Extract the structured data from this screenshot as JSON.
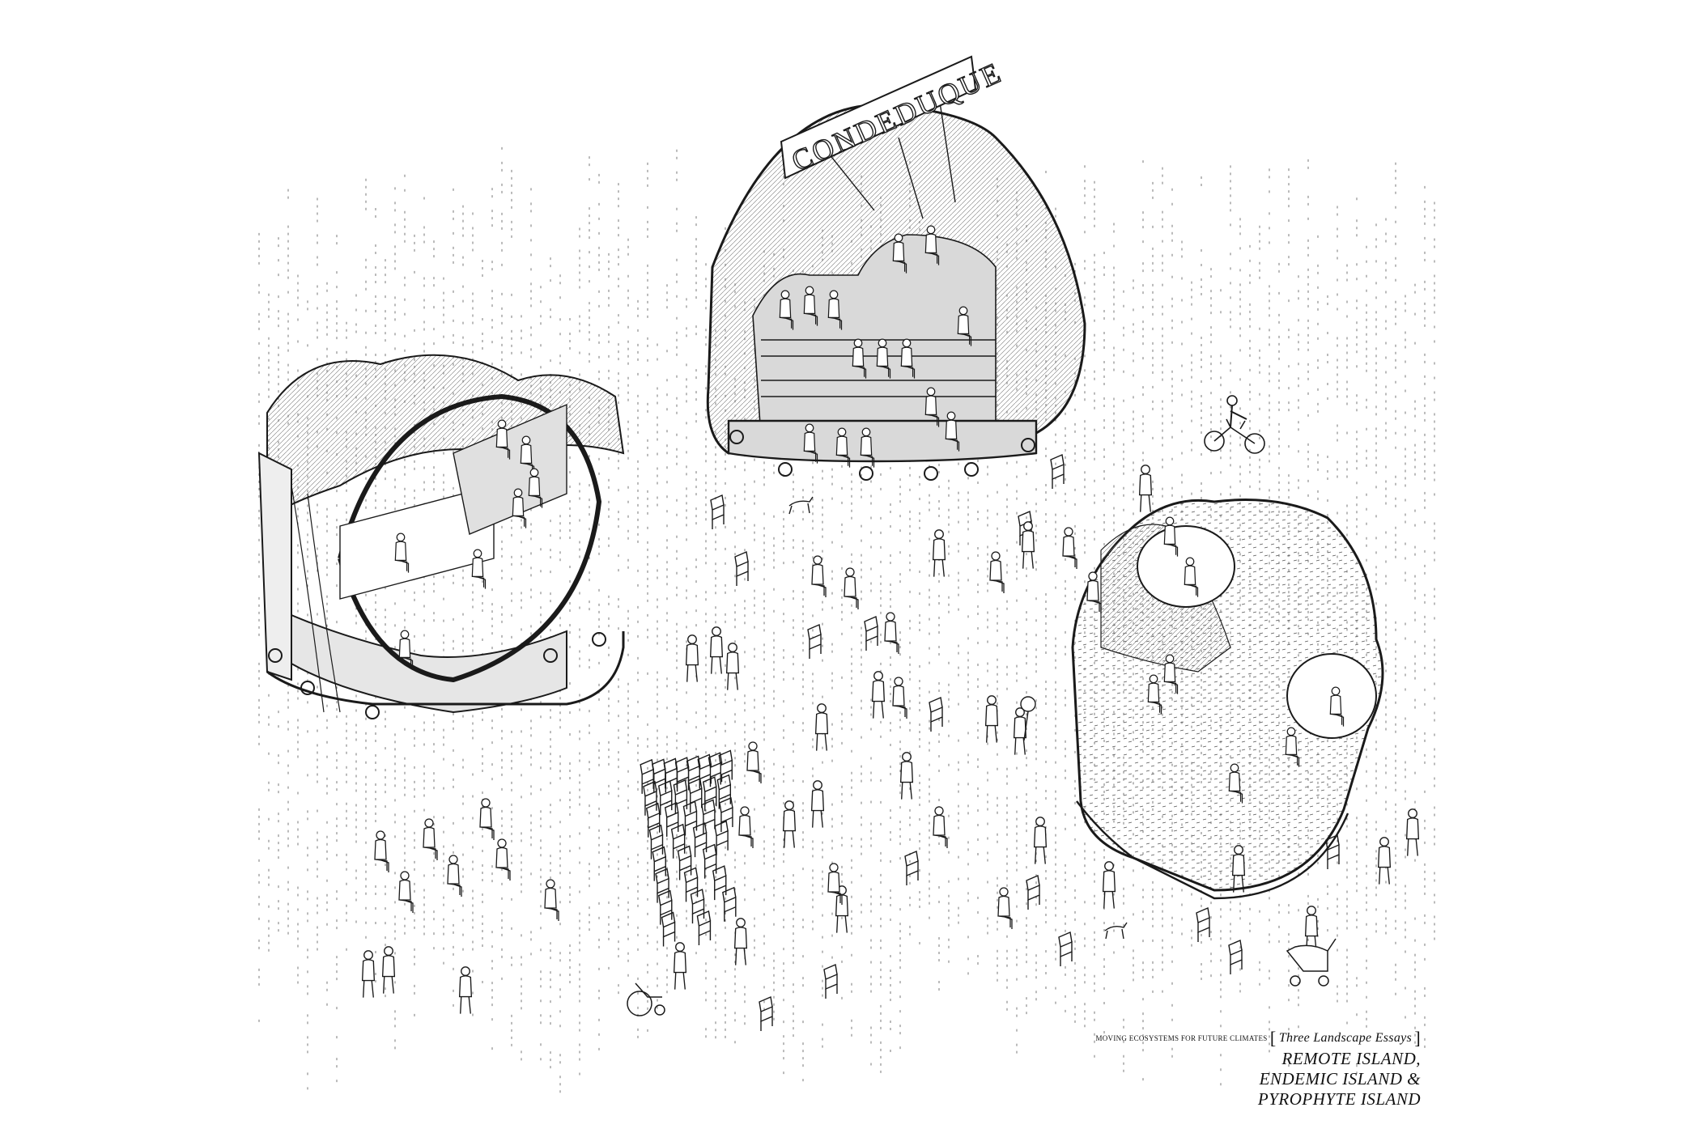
{
  "sign": {
    "text": "CONDEDUQUE"
  },
  "caption": {
    "project": "MOVING ECOSYSTEMS FOR FUTURE CLIMATES",
    "bracket_open": "[",
    "subtitle": "Three Landscape Essays",
    "bracket_close": "]",
    "title_lines": [
      "REMOTE ISLAND,",
      "ENDEMIC ISLAND &",
      "PYROPHYTE ISLAND"
    ]
  },
  "colors": {
    "ink": "#1a1a1a",
    "fill": "#d9d9d9",
    "paper": "#ffffff"
  },
  "icons": [
    "person-figure-icon",
    "chair-icon",
    "bicycle-icon",
    "dog-icon",
    "balloon-icon",
    "stroller-icon",
    "wheelchair-icon",
    "wheel-icon"
  ]
}
